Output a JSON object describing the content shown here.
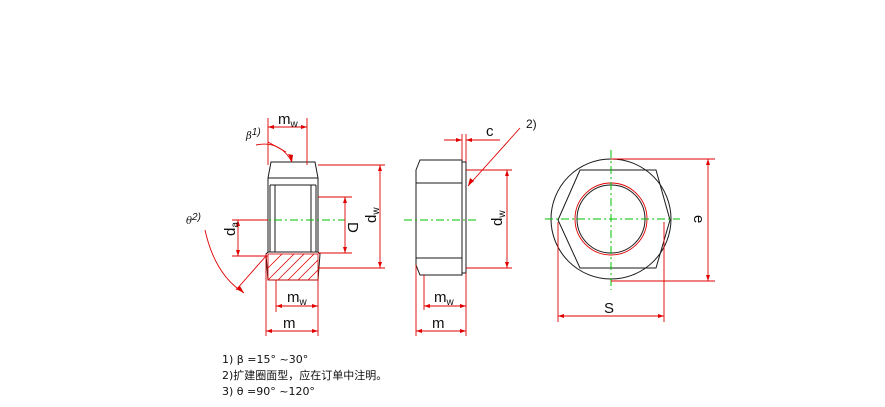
{
  "labels": {
    "mw_top": "m",
    "mw_sub": "w",
    "beta": "β",
    "beta_note": "1)",
    "theta": "θ",
    "theta_note": "2)",
    "da": "d",
    "da_sub": "a",
    "D": "D",
    "dw": "d",
    "dw_sub": "w",
    "mw_bottom_left": "m",
    "m_left": "m",
    "c": "c",
    "note_ref": "2)",
    "dw_mid": "d",
    "mw_bottom_mid": "m",
    "m_mid": "m",
    "e": "e",
    "S": "S"
  },
  "notes": [
    "1) β =15° ~30°",
    "2)扩建圈面型，应在订单中注明。",
    "3) θ =90° ~120°"
  ],
  "colors": {
    "outline": "#1a1a1a",
    "dimension": "#e00000",
    "centerline": "#00c000",
    "hatch": "#e00000"
  }
}
